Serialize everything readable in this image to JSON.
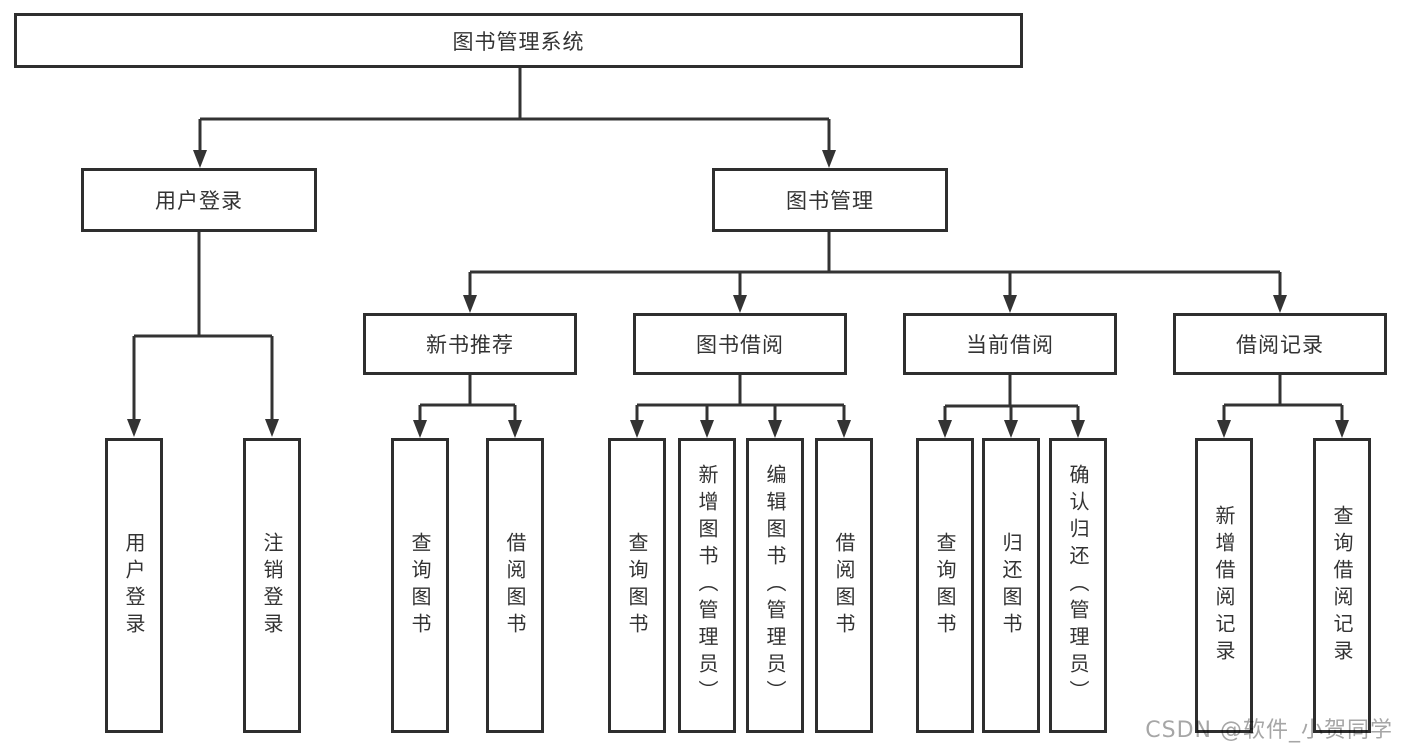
{
  "diagram": {
    "root": {
      "label": "图书管理系统"
    },
    "level2": [
      {
        "label": "用户登录"
      },
      {
        "label": "图书管理"
      }
    ],
    "level3": [
      {
        "label": "新书推荐"
      },
      {
        "label": "图书借阅"
      },
      {
        "label": "当前借阅"
      },
      {
        "label": "借阅记录"
      }
    ],
    "leaves": [
      {
        "label": "用户登录"
      },
      {
        "label": "注销登录"
      },
      {
        "label": "查询图书"
      },
      {
        "label": "借阅图书"
      },
      {
        "label": "查询图书"
      },
      {
        "label": "新增图书（管理员）"
      },
      {
        "label": "编辑图书（管理员）"
      },
      {
        "label": "借阅图书"
      },
      {
        "label": "查询图书"
      },
      {
        "label": "归还图书"
      },
      {
        "label": "确认归还（管理员）"
      },
      {
        "label": "新增借阅记录"
      },
      {
        "label": "查询借阅记录"
      }
    ]
  },
  "watermark": {
    "text": "CSDN @软件_小贺同学"
  },
  "colors": {
    "line": "#333333",
    "box_border": "#2e2e2e",
    "box_background": "#ffffff",
    "watermark": "#a6a6a6"
  }
}
